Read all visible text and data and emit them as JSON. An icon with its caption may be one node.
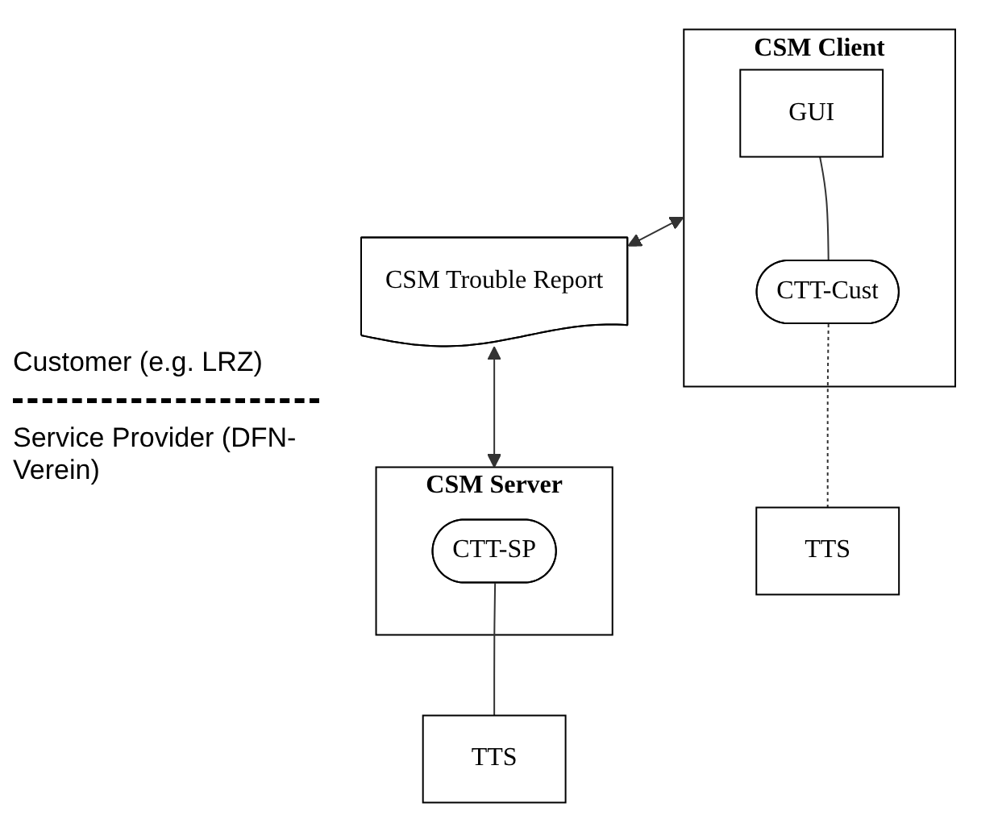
{
  "diagram": {
    "nodes": [
      {
        "text": [
          "CSM Client"
        ]
      },
      {
        "text": [
          "GUI"
        ],
        "in": 0
      },
      {
        "text": [
          "CTT-Cust"
        ],
        "in": 0
      },
      {
        "text": [
          "TTS"
        ]
      },
      {
        "text": [
          "CSM Trouble Report"
        ]
      },
      {
        "text": [
          "CSM Server"
        ]
      },
      {
        "text": [
          "CTT-SP"
        ],
        "in": 5
      },
      {
        "text": [
          "TTS"
        ]
      }
    ],
    "edges": [
      {
        "from": 1,
        "to": 2,
        "arrow": "none"
      },
      {
        "from": 2,
        "to": 3,
        "arrow": "none",
        "style": "dashed"
      },
      {
        "from": 0,
        "to": 4,
        "arrow": "both"
      },
      {
        "from": 4,
        "to": 5,
        "arrow": "both"
      },
      {
        "from": 6,
        "to": 7,
        "arrow": "none"
      }
    ],
    "labels": [
      "Customer (e.g. LRZ)",
      "Service Provider (DFN-Verein)"
    ]
  }
}
